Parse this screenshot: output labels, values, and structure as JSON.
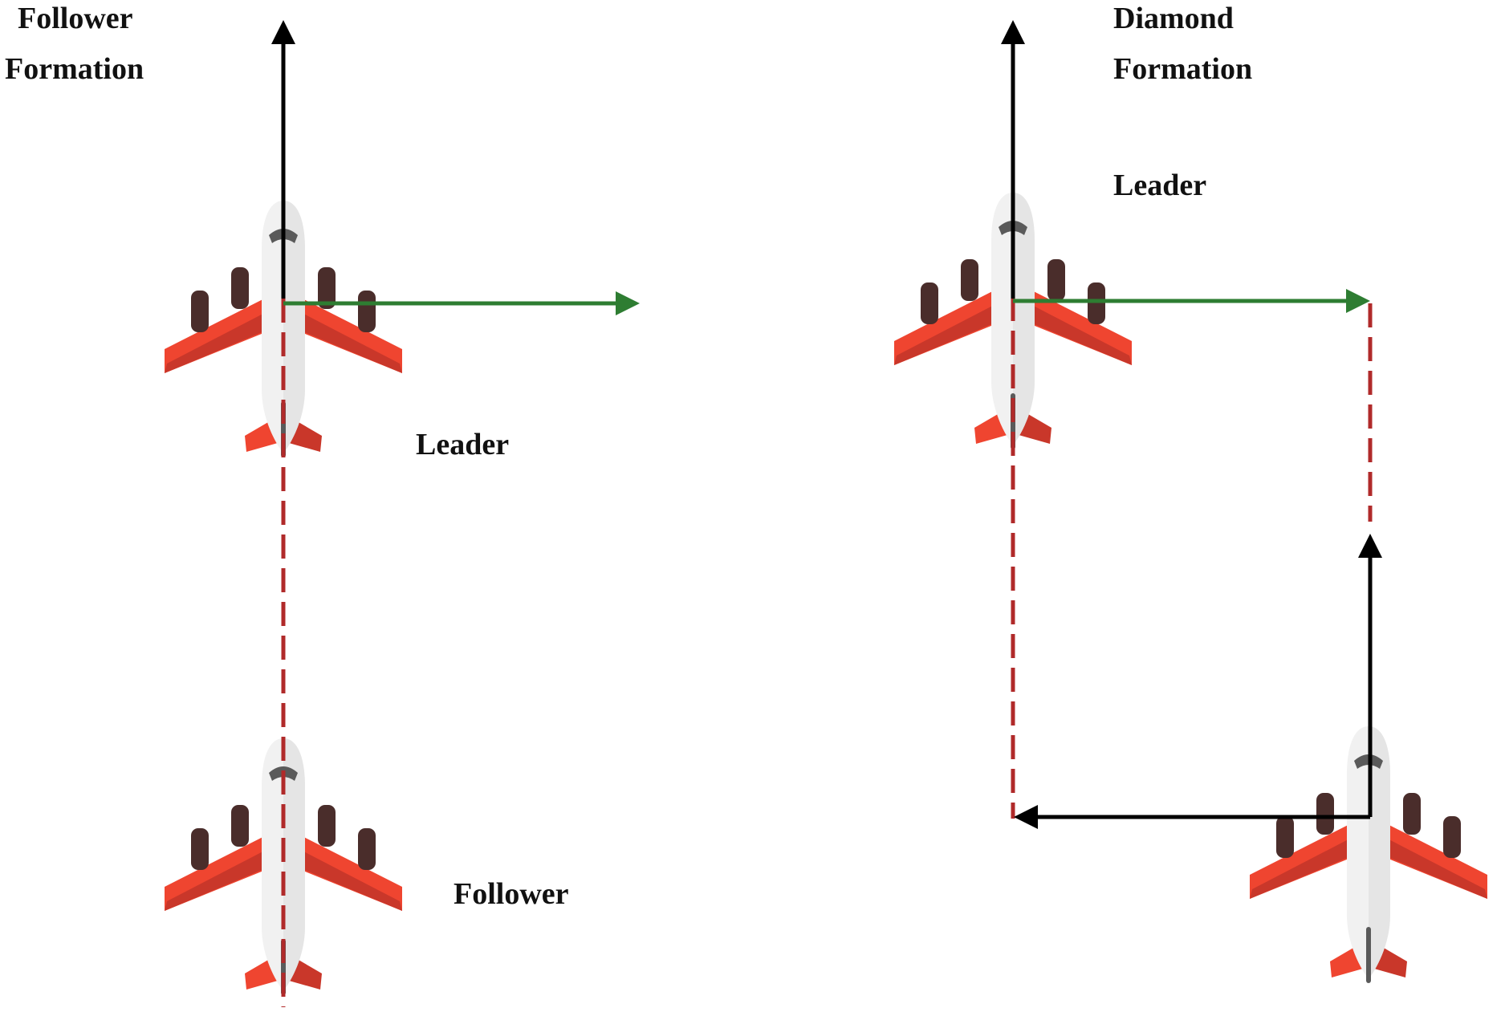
{
  "labels": {
    "follower_title_line1": "Follower",
    "follower_title_line2": "Formation",
    "follower_leader": "Leader",
    "follower_follower": "Follower",
    "diamond_title_line1": "Diamond",
    "diamond_title_line2": "Formation",
    "diamond_leader": "Leader"
  },
  "colors": {
    "wing": "#ef4530",
    "wing_shade": "#c9372a",
    "engine": "#4a2d2b",
    "fuselage": "#f1f1f1",
    "fuselage_shade": "#d6d6d6",
    "cockpit": "#5a5a5a",
    "heading_arrow": "#000000",
    "lateral_arrow": "#2e7d32",
    "link_line": "#b02a2a"
  },
  "icons": {
    "aircraft": "airplane-top-view-icon"
  }
}
